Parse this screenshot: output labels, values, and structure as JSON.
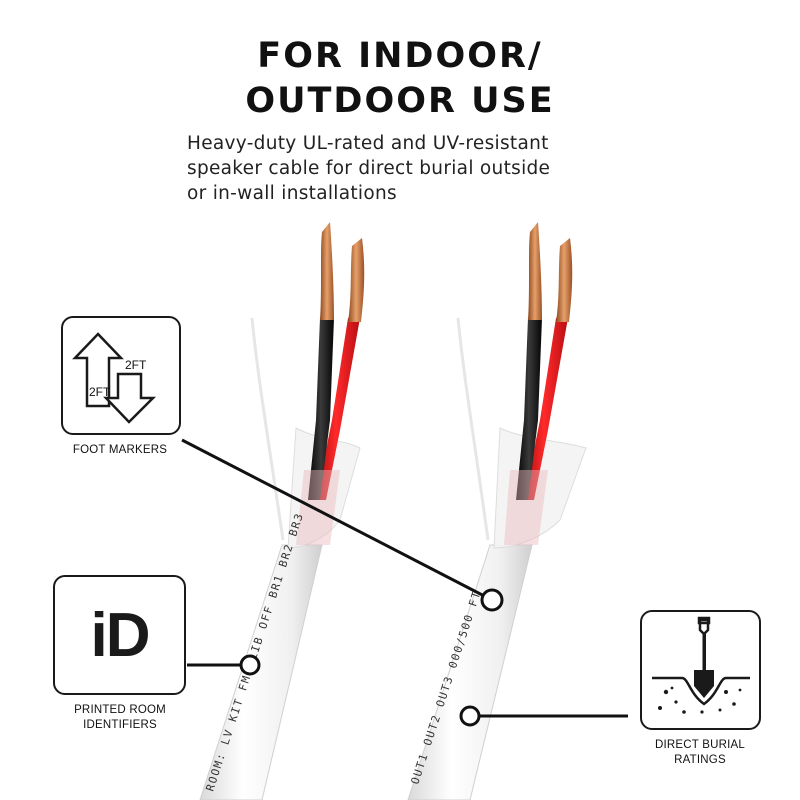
{
  "header": {
    "title_line1": "FOR INDOOR/",
    "title_line2": "OUTDOOR USE",
    "subtitle_line1": "Heavy-duty UL-rated and UV-resistant",
    "subtitle_line2": "speaker cable for direct burial outside",
    "subtitle_line3": "or in-wall installations"
  },
  "features": {
    "foot_markers": {
      "label": "FOOT MARKERS",
      "marker_text": "2FT",
      "icon": "up-down-arrows-icon"
    },
    "room_identifiers": {
      "label_line1": "PRINTED ROOM",
      "label_line2": "IDENTIFIERS",
      "glyph": "iD",
      "icon": "id-icon"
    },
    "direct_burial": {
      "label_line1": "DIRECT BURIAL",
      "label_line2": "RATINGS",
      "icon": "shovel-in-ground-icon"
    }
  },
  "cable_print": {
    "left_cable": "ROOM: LV KIT FMR LIB OFF BR1 BR2 BR3",
    "right_cable": "OUT1 OUT2 OUT3 000/500 FT"
  },
  "colors": {
    "wire_red": "#e3131b",
    "wire_black": "#1a1a1a",
    "copper": "#c9783f",
    "jacket": "#f2f2f2",
    "text": "#111111"
  }
}
